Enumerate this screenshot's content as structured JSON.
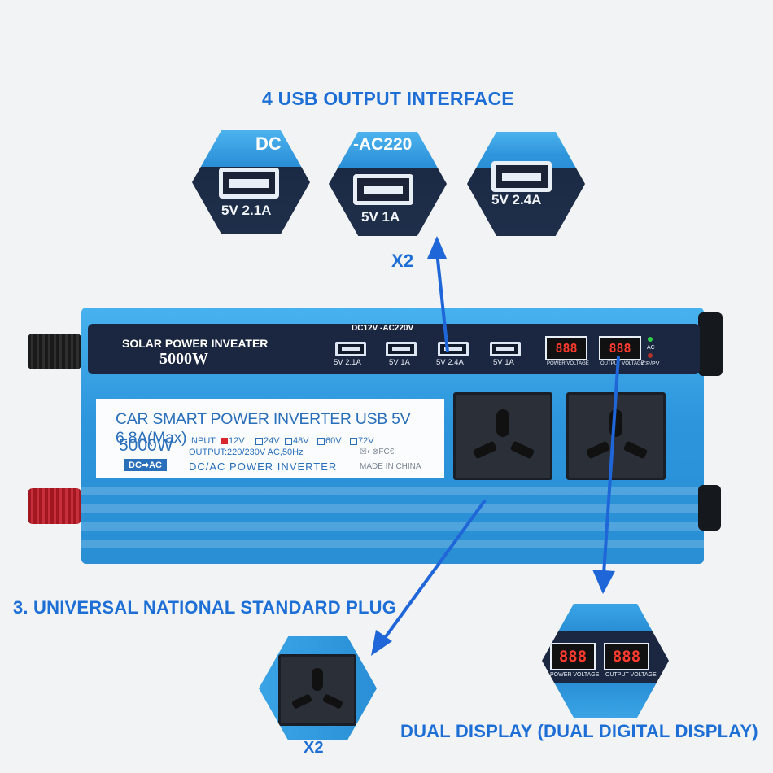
{
  "headings": {
    "usb": "4 USB OUTPUT INTERFACE",
    "plug": "3. UNIVERSAL NATIONAL STANDARD PLUG",
    "display": "DUAL DISPLAY (DUAL DIGITAL DISPLAY)",
    "x2_usb": "X2",
    "x2_plug": "X2"
  },
  "usb_closeups": [
    {
      "strip": "DC",
      "label": "5V 2.1A"
    },
    {
      "strip": "-AC220",
      "label": "5V 1A"
    },
    {
      "strip": "",
      "label": "5V 2.4A"
    }
  ],
  "inverter": {
    "brand": "SOLAR POWER INVEATER",
    "power": "5000W",
    "voltage_banner": "DC12V -AC220V",
    "ports": [
      "5V 2.1A",
      "5V 1A",
      "5V 2.4A",
      "5V 1A"
    ],
    "display_power_label": "POWER VOLTAGE",
    "display_output_label": "OUTPUT VOLTAGE",
    "led_ac": "AC",
    "led_crpv": "CR/PV",
    "label_card": {
      "title": "CAR SMART POWER INVERTER USB 5V 6.8A(Max)",
      "watt": "5000W",
      "badge": "DC➡AC",
      "input_prefix": "INPUT:",
      "inputs": [
        "12V",
        "24V",
        "48V",
        "60V",
        "72V"
      ],
      "output": "OUTPUT:220/230V AC,50Hz",
      "type": "DC/AC POWER INVERTER",
      "made": "MADE IN CHINA",
      "certs": "☒◐⊗FC€"
    }
  },
  "display_closeup": {
    "power_label": "POWER VOLTAGE",
    "output_label": "OUTPUT VOLTAGE",
    "digits": "888"
  },
  "colors": {
    "accent": "#1d6fd6",
    "inverter": "#2c95dc",
    "panel": "#1b2740"
  }
}
